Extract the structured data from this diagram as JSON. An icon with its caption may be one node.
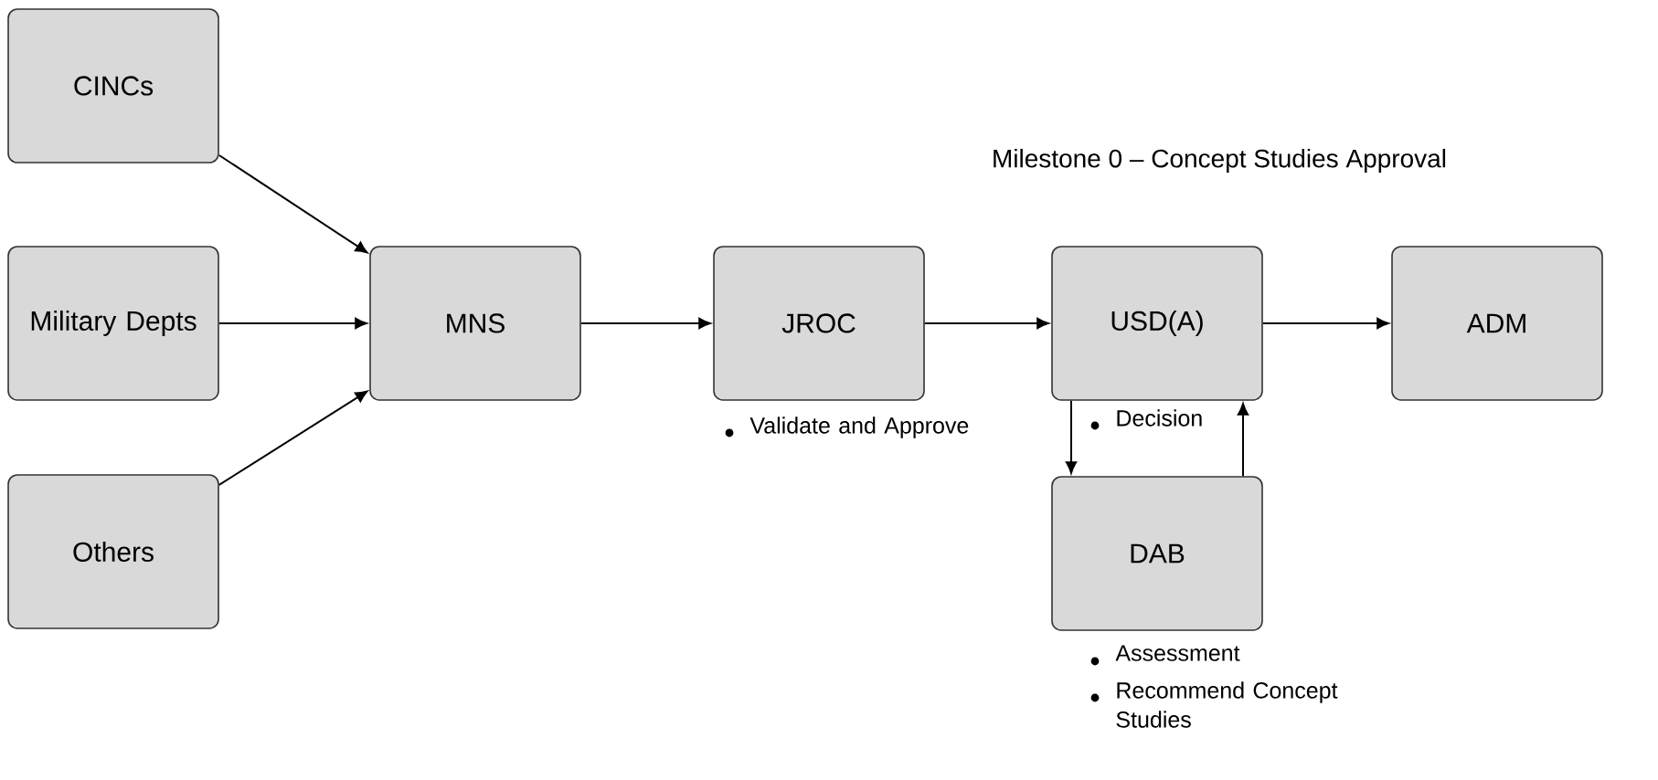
{
  "diagram": {
    "title": "Milestone 0 – Concept Studies Approval",
    "nodes": [
      {
        "text": [
          "CINCs"
        ]
      },
      {
        "text": [
          "Military Depts"
        ]
      },
      {
        "text": [
          "Others"
        ]
      },
      {
        "text": [
          "MNS"
        ]
      },
      {
        "text": [
          "JROC"
        ],
        "beside": [
          "Validate and Approve"
        ]
      },
      {
        "text": [
          "USD(A)"
        ],
        "beside": [
          "Decision"
        ]
      },
      {
        "text": [
          "ADM"
        ]
      },
      {
        "text": [
          "DAB"
        ],
        "beside": [
          "Assessment",
          "Recommend Concept Studies"
        ]
      }
    ],
    "edges": [
      {
        "from": 0,
        "to": 3,
        "arrow": "to"
      },
      {
        "from": 1,
        "to": 3,
        "arrow": "to"
      },
      {
        "from": 2,
        "to": 3,
        "arrow": "to"
      },
      {
        "from": 3,
        "to": 4,
        "arrow": "to"
      },
      {
        "from": 4,
        "to": 5,
        "arrow": "to"
      },
      {
        "from": 5,
        "to": 6,
        "arrow": "to"
      },
      {
        "from": 5,
        "to": 7,
        "arrow": "to"
      },
      {
        "from": 7,
        "to": 5,
        "arrow": "to"
      }
    ]
  }
}
